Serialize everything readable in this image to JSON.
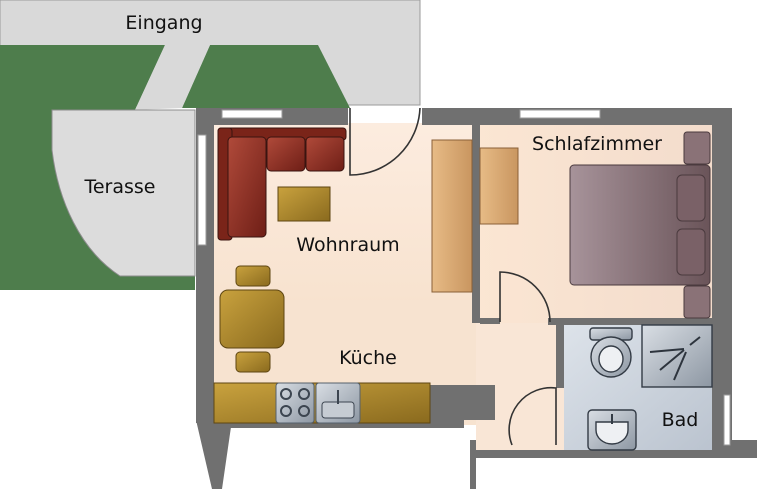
{
  "labels": {
    "entrance": "Eingang",
    "terrace": "Terasse",
    "living": "Wohnraum",
    "bedroom": "Schlafzimmer",
    "kitchen": "Küche",
    "bath": "Bad"
  },
  "colors": {
    "paving": "#d9d9d9",
    "garden": "#4e7d4c",
    "wall": "#6e6e6e",
    "floor_warm": "#fbe6d4",
    "floor_light": "#fdf0e4",
    "bath_floor": "#cfd6e0",
    "sofa": "#8e2e22",
    "wood": "#a8842a",
    "wardrobe": "#d8a873",
    "bed": "#8a7277",
    "appliance": "#b4bcc6"
  }
}
